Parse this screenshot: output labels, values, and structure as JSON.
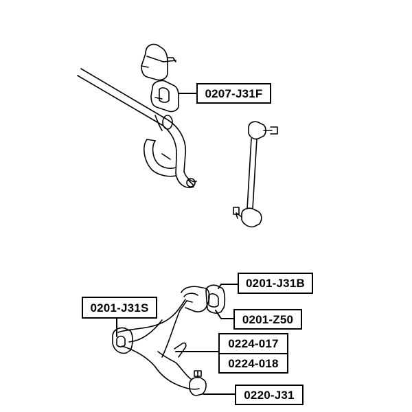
{
  "labels": {
    "stabilizer_bushing": "0207-J31F",
    "front_bushing": "0201-J31B",
    "rear_bushing": "0201-Z50",
    "lower_arm": "0201-J31S",
    "arm_part_a": "0224-017",
    "arm_part_b": "0224-018",
    "ball_joint": "0220-J31"
  }
}
